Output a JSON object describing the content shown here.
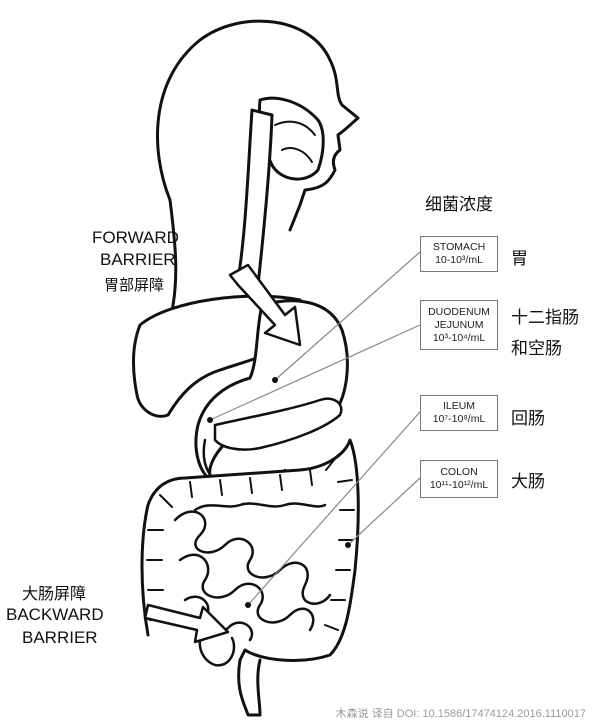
{
  "figure": {
    "header": "细菌浓度",
    "forward_barrier": {
      "line1": "FORWARD",
      "line2": "BARRIER",
      "cn": "胃部屏障"
    },
    "backward_barrier": {
      "cn": "大肠屏障",
      "line1": "BACKWARD",
      "line2": "BARRIER"
    },
    "boxes": [
      {
        "name": "STOMACH",
        "line2": "",
        "conc": "10-10³/mL",
        "cn": "胃"
      },
      {
        "name": "DUODENUM",
        "line2": "JEJUNUM",
        "conc": "10³-10⁴/mL",
        "cn": "十二指肠",
        "cn2": "和空肠"
      },
      {
        "name": "ILEUM",
        "line2": "",
        "conc": "10⁷-10⁸/mL",
        "cn": "回肠"
      },
      {
        "name": "COLON",
        "line2": "",
        "conc": "10¹¹-10¹²/mL",
        "cn": "大肠"
      }
    ],
    "credit": "木森说 译自 DOI: 10.1586/17474124.2016.1110017"
  }
}
